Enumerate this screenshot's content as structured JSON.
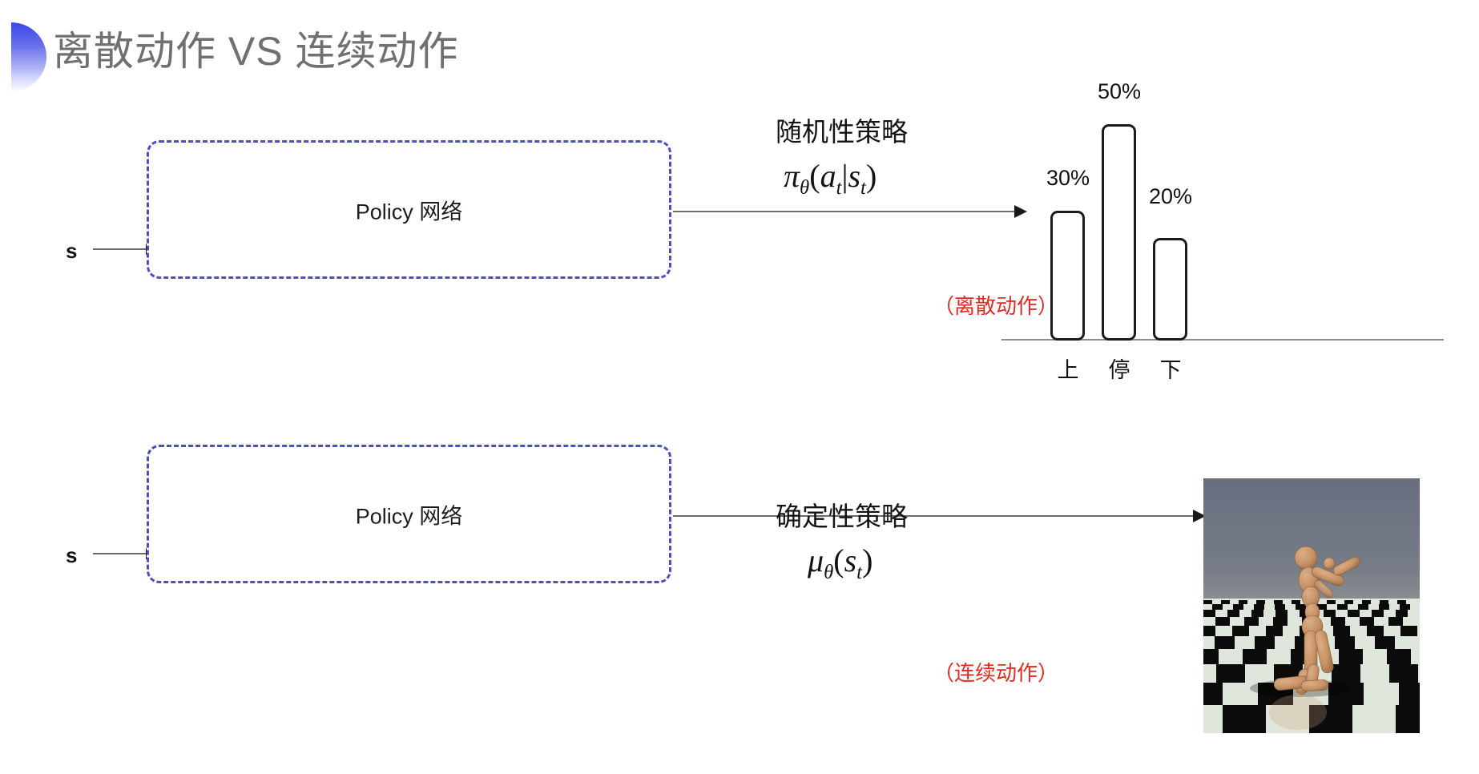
{
  "slide": {
    "title": "离散动作 VS 连续动作",
    "accent_color": "#3a45e8",
    "title_color": "#707070",
    "background": "#ffffff"
  },
  "rows": [
    {
      "id": "discrete",
      "input_label": "s",
      "box_label": "Policy 网络",
      "policy_kind": "随机性策略",
      "formula_plain": "πθ(at|st)",
      "formula": {
        "fn": "π",
        "fn_sub": "θ",
        "open": "(",
        "arg1": "a",
        "arg1_sub": "t",
        "bar": "|",
        "arg2": "s",
        "arg2_sub": "t",
        "close": ")"
      },
      "red_note": "（离散动作）",
      "red_note_color": "#e02b23",
      "output_type": "bar-chart"
    },
    {
      "id": "continuous",
      "input_label": "s",
      "box_label": "Policy 网络",
      "policy_kind": "确定性策略",
      "formula_plain": "μθ(st)",
      "formula": {
        "fn": "μ",
        "fn_sub": "θ",
        "open": "(",
        "arg1": "s",
        "arg1_sub": "t",
        "close": ")"
      },
      "red_note": "（连续动作）",
      "red_note_color": "#e02b23",
      "output_type": "humanoid-simulation"
    }
  ],
  "chart_data": {
    "type": "bar",
    "title": "",
    "categories": [
      "上",
      "停",
      "下"
    ],
    "values": [
      30,
      50,
      20
    ],
    "value_labels": [
      "30%",
      "50%",
      "20%"
    ],
    "xlabel": "",
    "ylabel": "",
    "ylim": [
      0,
      60
    ],
    "grid": false,
    "legend": "none",
    "bar_style": {
      "fill": "#ffffff",
      "stroke": "#1b1b1b",
      "rounded": true
    },
    "axis_color": "#8d8d8d"
  },
  "humanoid": {
    "caption": "",
    "sky_color_top": "#6a7080",
    "sky_color_bottom": "#8b8f92",
    "floor_light": "#dfe7dc",
    "floor_dark": "#0b0b0b",
    "body_color": "#c79267"
  }
}
